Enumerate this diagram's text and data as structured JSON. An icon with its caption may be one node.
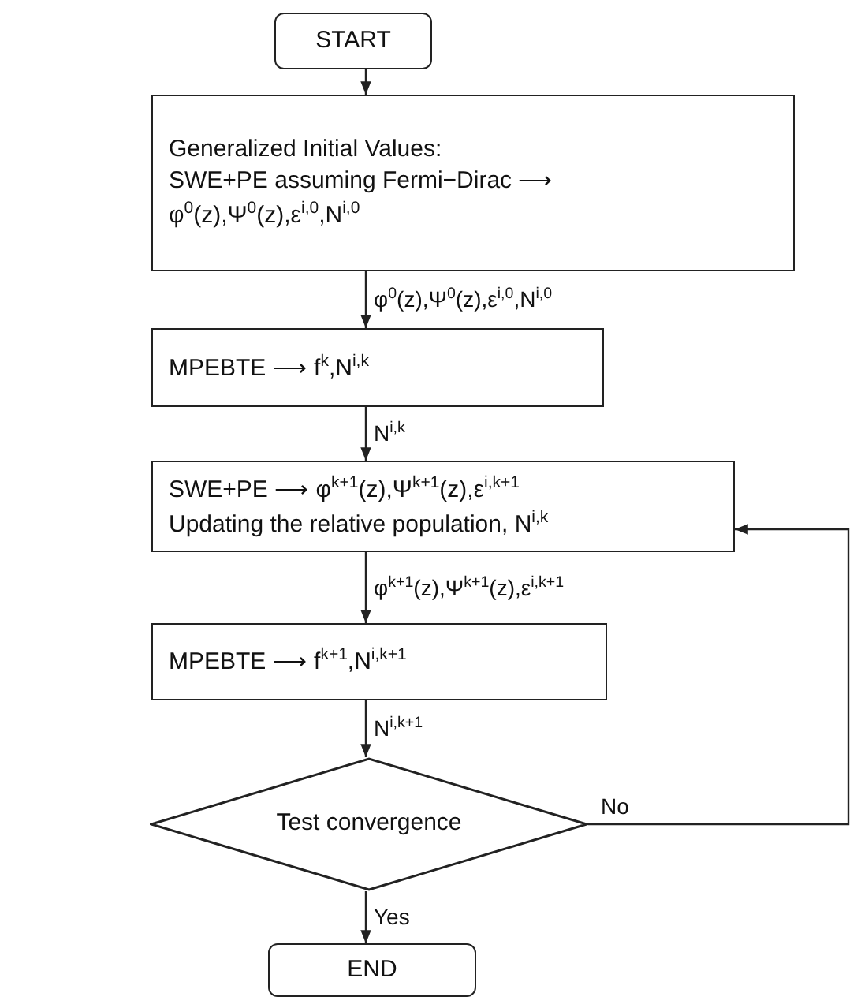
{
  "diagram": {
    "nodes": [
      {
        "text": [
          "START"
        ]
      },
      {
        "text": [
          "Generalized Initial Values:",
          "SWE+PE assuming Fermi−Dirac ⟶ φ$^{0}$(z),Ψ$^{0}$(z),ε$^{i,0}$,N$^{i,0}$"
        ]
      },
      {
        "text": [
          "MPEBTE ⟶ f$^{k}$,N$^{i,k}$"
        ]
      },
      {
        "text": [
          "SWE+PE ⟶ φ$^{k+1}$(z),Ψ$^{k+1}$(z),ε$^{i,k+1}$",
          "Updating the relative population, N$^{i,k}$"
        ]
      },
      {
        "text": [
          "MPEBTE ⟶ f$^{k+1}$,N$^{i,k+1}$"
        ]
      },
      {
        "text": [
          "Test convergence"
        ]
      },
      {
        "text": [
          "END"
        ]
      }
    ],
    "edges": [
      {
        "from": 0,
        "to": 1,
        "arrow": "to"
      },
      {
        "from": 1,
        "to": 2,
        "arrow": "to",
        "label": "φ$^{0}$(z),Ψ$^{0}$(z),ε$^{i,0}$,N$^{i,0}$"
      },
      {
        "from": 2,
        "to": 3,
        "arrow": "to",
        "label": "N$^{i,k}$"
      },
      {
        "from": 3,
        "to": 4,
        "arrow": "to",
        "label": "φ$^{k+1}$(z),Ψ$^{k+1}$(z),ε$^{i,k+1}$"
      },
      {
        "from": 4,
        "to": 5,
        "arrow": "to",
        "label": "N$^{i,k+1}$"
      },
      {
        "from": 5,
        "to": 3,
        "arrow": "to",
        "label": "No"
      },
      {
        "from": 5,
        "to": 6,
        "arrow": "to",
        "label": "Yes"
      }
    ]
  }
}
